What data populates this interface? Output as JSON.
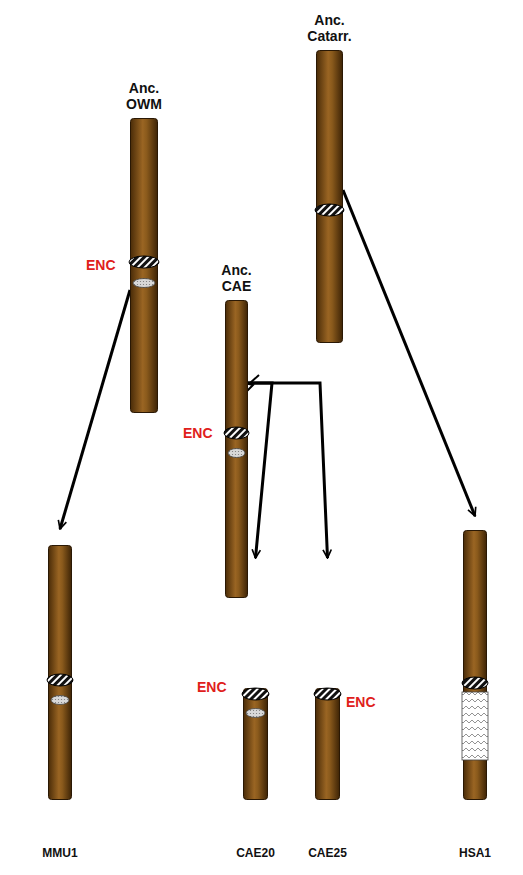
{
  "diagram": {
    "nodes": [
      {
        "text": [
          "Anc. Catarr."
        ]
      },
      {
        "text": [
          "Anc. OWM",
          "ENC"
        ]
      },
      {
        "text": [
          "Anc. CAE",
          "ENC"
        ]
      },
      {
        "text": [
          "MMU1"
        ]
      },
      {
        "text": [
          "CAE20",
          "ENC"
        ]
      },
      {
        "text": [
          "CAE25",
          "ENC"
        ]
      },
      {
        "text": [
          "HSA1"
        ]
      }
    ],
    "edges": [
      {
        "from": 1,
        "to": 3,
        "arrow": "to"
      },
      {
        "from": 2,
        "to": 4,
        "arrow": "to"
      },
      {
        "from": 2,
        "to": 5,
        "arrow": "to"
      },
      {
        "from": 0,
        "to": 6,
        "arrow": "to"
      }
    ]
  }
}
